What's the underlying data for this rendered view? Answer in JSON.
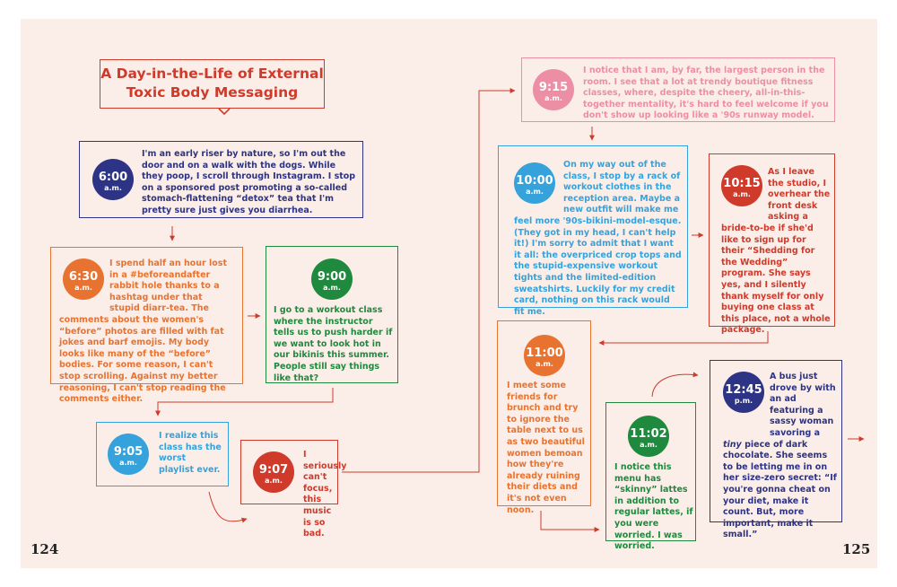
{
  "title": "A Day-in-the-Life of External Toxic Body Messaging",
  "page_left": "124",
  "page_right": "125",
  "colors": {
    "background": "#fbeee8",
    "red": "#cf3a2b",
    "navy": "#2d3385",
    "orange": "#e87331",
    "green": "#1f8a3e",
    "blue": "#35a2dc",
    "pink": "#ec8ea4"
  },
  "entries": [
    {
      "time": "6:00",
      "ampm": "a.m.",
      "text": "I'm an early riser by nature, so I'm out the door and on a walk with the dogs. While they poop, I scroll through Instagram. I stop on a sponsored post promoting a so-called stomach-flattening “detox” tea that I'm pretty sure just gives you diarrhea."
    },
    {
      "time": "6:30",
      "ampm": "a.m.",
      "text": "I spend half an hour lost in a #beforeandafter rabbit hole thanks to a hashtag under that stupid diarr-tea. The comments about the women's “before” photos are filled with fat jokes and barf emojis. My body looks like many of the “before” bodies. For some reason, I can't stop scrolling. Against my better reasoning, I can't stop reading the comments either."
    },
    {
      "time": "9:00",
      "ampm": "a.m.",
      "text": "I go to a workout class where the instructor tells us to push harder if we want to look hot in our bikinis this summer. People still say things like that?"
    },
    {
      "time": "9:05",
      "ampm": "a.m.",
      "text": "I realize this class has the worst playlist ever."
    },
    {
      "time": "9:07",
      "ampm": "a.m.",
      "text": "I seriously can't focus, this music is so bad."
    },
    {
      "time": "9:15",
      "ampm": "a.m.",
      "text": "I notice that I am, by far, the largest person in the room. I see that a lot at trendy boutique fitness classes, where, despite the cheery, all-in-this-together mentality, it's hard to feel welcome if you don't show up looking like a '90s runway model."
    },
    {
      "time": "10:00",
      "ampm": "a.m.",
      "text": "On my way out of the class, I stop by a rack of workout clothes in the reception area. Maybe a new outfit will make me feel more '90s-bikini-model-esque. (They got in my head, I can't help it!) I'm sorry to admit that I want it all: the overpriced crop tops and the stupid-expensive workout tights and the limited-edition sweatshirts. Luckily for my credit card, nothing on this rack would fit me."
    },
    {
      "time": "10:15",
      "ampm": "a.m.",
      "text": "As I leave the studio, I overhear the front desk asking a bride-to-be if she'd like to sign up for their “Shedding for the Wedding” program. She says yes, and I silently thank myself for only buying one class at this place, not a whole package."
    },
    {
      "time": "11:00",
      "ampm": "a.m.",
      "text": "I meet some friends for brunch and try to ignore the table next to us as two beautiful women bemoan how they're already ruining their diets and it's not even noon."
    },
    {
      "time": "11:02",
      "ampm": "a.m.",
      "text": "I notice this menu has “skinny” lattes in addition to regular lattes, if you were worried. I was worried."
    },
    {
      "time": "12:45",
      "ampm": "p.m.",
      "text_before": "A bus just drove by with an ad featuring a sassy woman savoring a ",
      "text_emphasis": "tiny",
      "text_after": " piece of dark chocolate. She seems to be letting me in on her size-zero secret: “If you're gonna cheat on your diet, make it count. But, more important, make it small.”"
    }
  ]
}
